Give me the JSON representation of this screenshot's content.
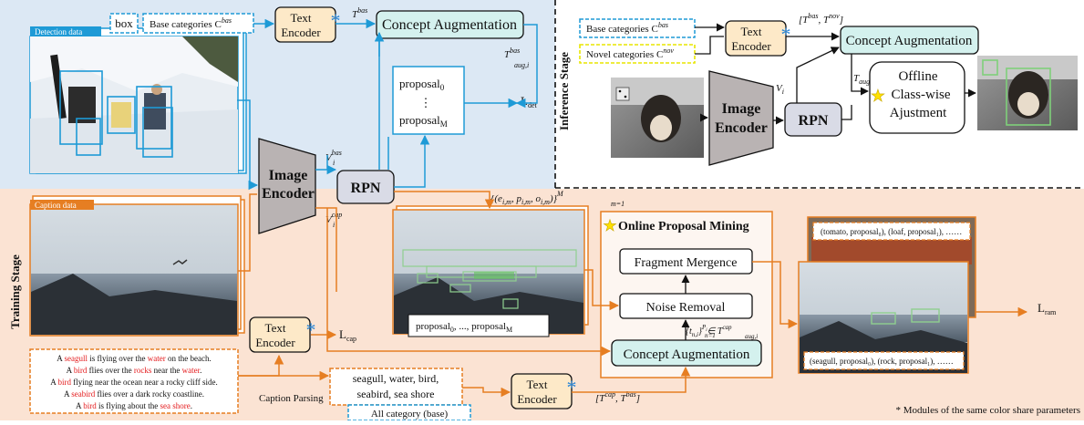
{
  "stages": {
    "training": "Training Stage",
    "inference": "Inference Stage"
  },
  "detection": {
    "tab": "Detection data",
    "box_label": "box",
    "base_categories": "Base categories C",
    "base_sup": "bas",
    "proposal_top": "proposal",
    "proposal_top_sub": "0",
    "proposal_dots": "⋮",
    "proposal_bottom": "proposal",
    "proposal_bottom_sub": "M",
    "loss": "L",
    "loss_sub": "det",
    "t_bas": "T",
    "t_bas_sup": "bas",
    "t_aug": "T",
    "t_aug_sup": "bas",
    "t_aug_sub": "aug,i",
    "v_bas": "V",
    "v_bas_sub": "i",
    "v_bas_sup": "bas"
  },
  "modules": {
    "text_encoder_line1": "Text",
    "text_encoder_line2": "Encoder",
    "concept_aug": "Concept Augmentation",
    "image_encoder_line1": "Image",
    "image_encoder_line2": "Encoder",
    "rpn": "RPN"
  },
  "caption": {
    "tab": "Caption data",
    "v_cap": "V",
    "v_cap_sub": "i",
    "v_cap_sup": "cap",
    "loss": "L",
    "loss_sub": "cap",
    "tuple_set": "{(e",
    "tuple_set_rest": "i,m",
    "tuple_label": "{(e_i,m, p_i,m, o_i,m)}",
    "tuple_sup": "M",
    "tuple_sub": "m=1",
    "proposals_range": "proposal",
    "proposals_range_sub0": "0",
    "proposals_range_mid": ", ..., proposal",
    "proposals_range_subM": "M",
    "sentences": [
      [
        "A ",
        "seagull",
        " is flying over the ",
        "water",
        " on the beach."
      ],
      [
        "A ",
        "bird",
        " flies over the ",
        "rocks",
        " near the ",
        "water",
        "."
      ],
      [
        "A ",
        "bird",
        " flying near the ocean near a rocky cliff side."
      ],
      [
        "A ",
        "seabird",
        " flies over a dark rocky coastline."
      ],
      [
        "A ",
        "bird",
        " is flying about the ",
        "sea shore",
        "."
      ]
    ],
    "parsing_label": "Caption Parsing",
    "parsed_terms_line1": "seagull, water, bird,",
    "parsed_terms_line2": "seabird, sea shore",
    "all_category": "All category (base)",
    "t_cap_pair": "[T",
    "t_cap_sup": "cap",
    "t_cap_mid": ", T",
    "t_cap_sup2": "bas",
    "t_cap_end": "]"
  },
  "opm": {
    "title": "Online Proposal Mining",
    "fragment": "Fragment Mergence",
    "noise": "Noise Removal",
    "concept_aug": "Concept Augmentation",
    "t_set": "{t",
    "t_set_sub": "n,i",
    "t_set_sup": "P",
    "t_set_sup_sub": "i",
    "t_set_from": "n=1",
    "t_set_in": "∈ T",
    "t_set_in_sup": "cap",
    "t_set_in_sub": "aug,i"
  },
  "ram": {
    "top_labels": "(tomato, proposal",
    "top_labels_full": "(tomato, proposal₀), (loaf, proposal₁), ……",
    "bottom_labels_full": "(seagull, proposal₀), (rock, proposal₁), ……",
    "loss": "L",
    "loss_sub": "ram"
  },
  "inference": {
    "base_categories": "Base categories C",
    "base_sup": "bas",
    "novel_categories": "Novel categories C",
    "novel_sup": "nov",
    "t_pair": "[T",
    "t_pair_sup": "bas",
    "t_pair_mid": ", T",
    "t_pair_sup2": "nov",
    "t_pair_end": "]",
    "v_i": "V",
    "v_i_sub": "i",
    "t_aug": "T",
    "t_aug_sub": "aug,i",
    "offline_line1": "Offline",
    "offline_line2": "Class-wise",
    "offline_line3": "Ajustment"
  },
  "footnote": "* Modules of the same color share parameters",
  "colors": {
    "detection_bg": "#dce8f4",
    "caption_bg": "#fbe3d3",
    "blue": "#1e9ad6",
    "orange": "#e67e22",
    "text_encoder_fill": "#fde9c8",
    "concept_fill": "#d4f1ee",
    "concept_stroke": "#2a9d8f",
    "rpn_fill": "#d9dbe6",
    "encoder_fill": "#b9b3b3",
    "red": "#e41a1c",
    "star": "#ffe100",
    "snow": "#e9eef3"
  }
}
